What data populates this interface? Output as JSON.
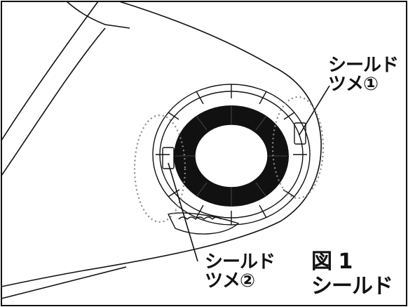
{
  "labels": {
    "claw1": {
      "line1": "シールド",
      "line2": "ツメ①"
    },
    "claw2": {
      "line1": "シールド",
      "line2": "ツメ②"
    }
  },
  "figure": {
    "number": "図 1",
    "caption": "シールド"
  },
  "colors": {
    "ink": "#111111",
    "background": "#ffffff",
    "callout_dots": "#888888"
  }
}
